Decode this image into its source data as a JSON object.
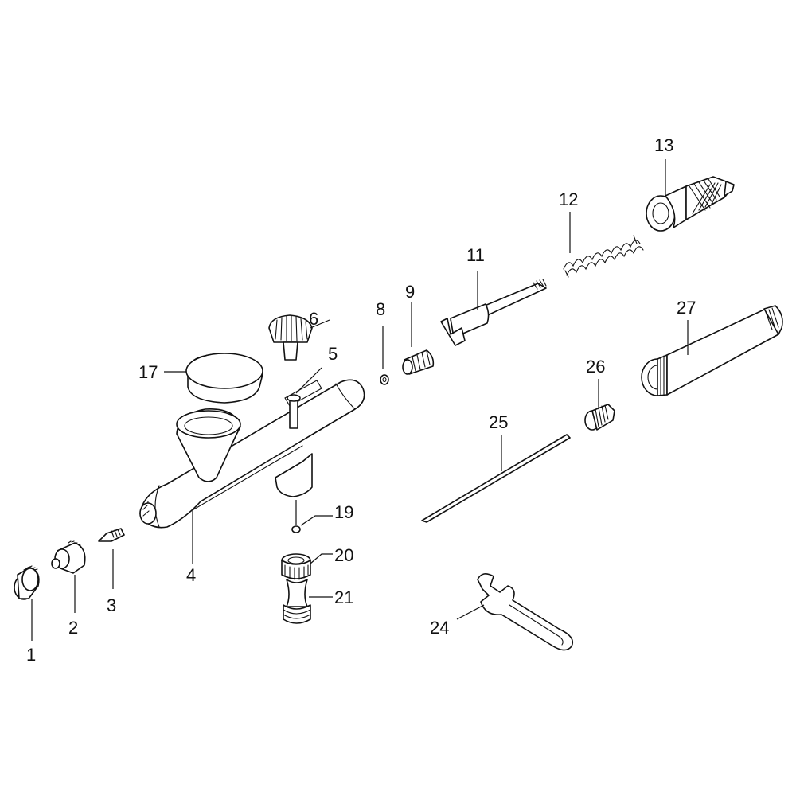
{
  "labels": {
    "p1": "1",
    "p2": "2",
    "p3": "3",
    "p4": "4",
    "p5": "5",
    "p6": "6",
    "p8": "8",
    "p9": "9",
    "p11": "11",
    "p12": "12",
    "p13": "13",
    "p17": "17",
    "p19": "19",
    "p20": "20",
    "p21": "21",
    "p24": "24",
    "p25": "25",
    "p26": "26",
    "p27": "27"
  },
  "colors": {
    "line": "#111111",
    "background": "#ffffff"
  }
}
